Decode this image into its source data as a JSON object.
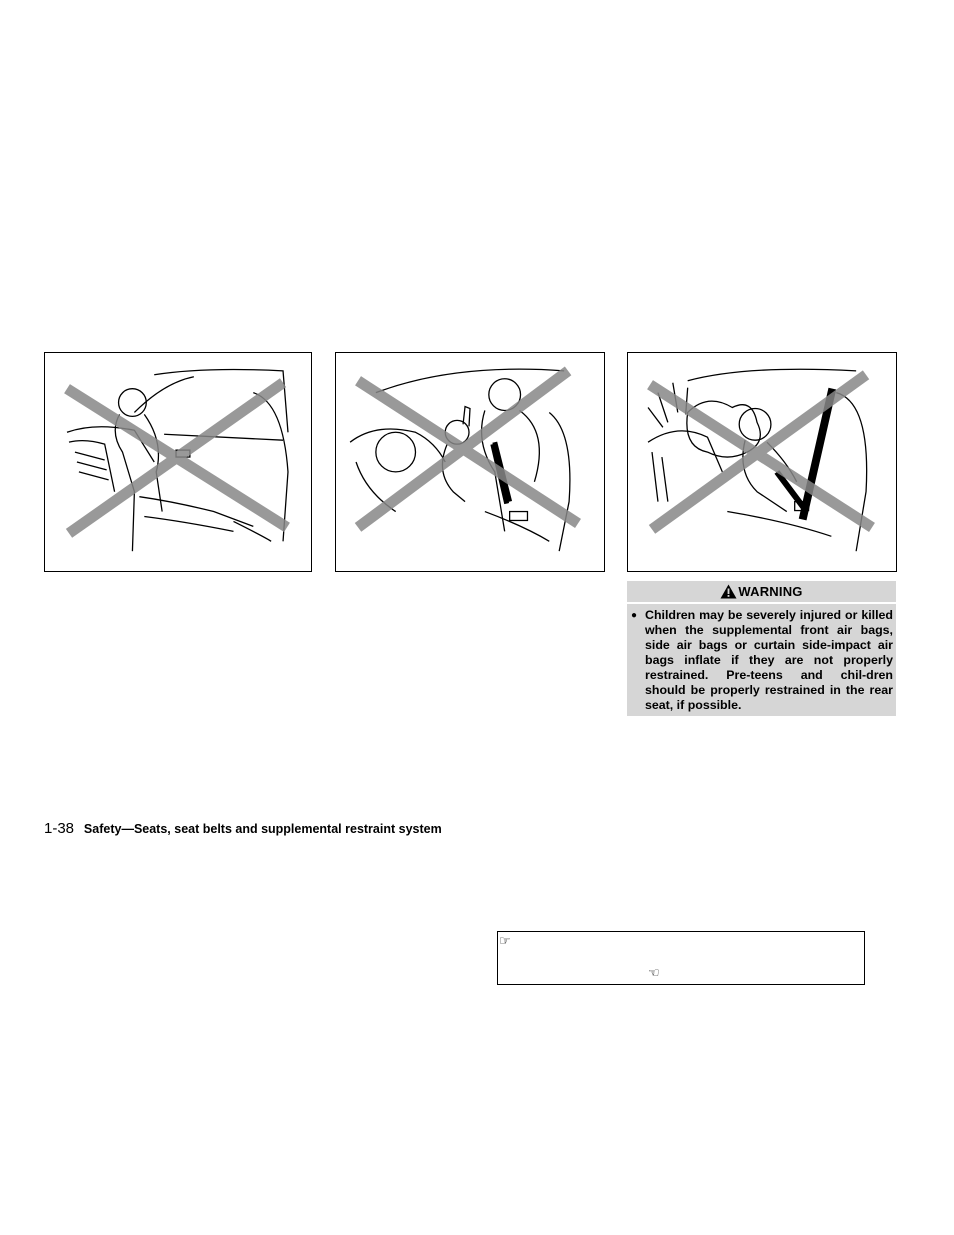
{
  "figures": [
    {
      "id": "fig1",
      "description_icon": "adult-with-child-front-seat-illustration"
    },
    {
      "id": "fig2",
      "description_icon": "child-on-lap-front-seat-illustration"
    },
    {
      "id": "fig3",
      "description_icon": "child-airbag-deploy-illustration"
    }
  ],
  "warning": {
    "title": "WARNING",
    "icon": "warning-triangle-icon",
    "bullet": "●",
    "text": "Children may be severely injured or killed when the supplemental front air bags, side air bags or curtain side-impact air bags inflate if they are not properly restrained. Pre-teens and chil-dren should be properly restrained in the rear seat, if possible."
  },
  "footer": {
    "page_number": "1-38",
    "section_title": "Safety—Seats, seat belts and supplemental restraint system"
  },
  "ref_box": {
    "hand_right": "☞",
    "hand_left": "☜"
  },
  "colors": {
    "warning_bg": "#d6d6d6",
    "x_mark": "#888888"
  }
}
